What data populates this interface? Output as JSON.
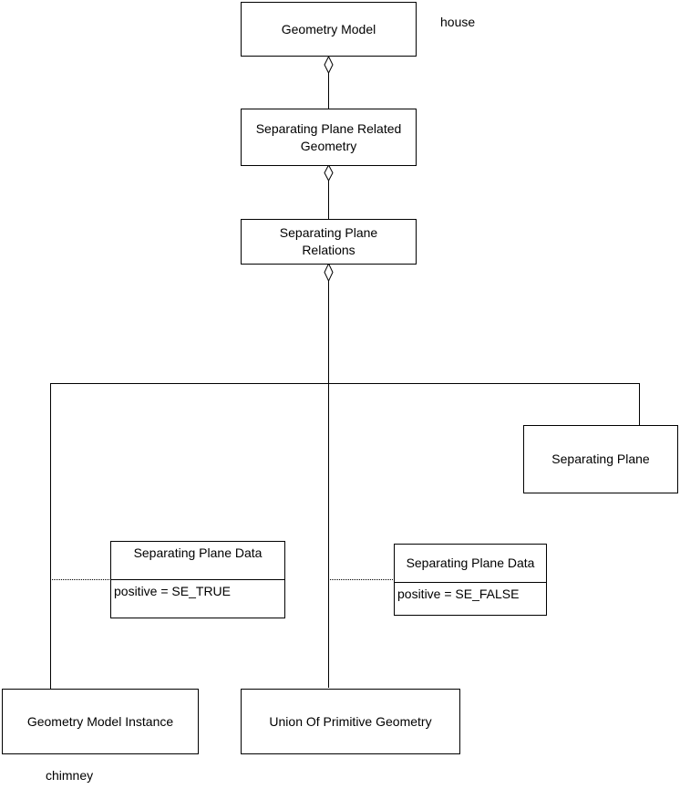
{
  "boxes": {
    "geometry_model": "Geometry Model",
    "related_geometry": "Separating Plane Related Geometry",
    "relations": "Separating Plane Relations",
    "separating_plane": "Separating Plane",
    "model_instance": "Geometry Model Instance",
    "union_primitive": "Union Of Primitive Geometry"
  },
  "association_classes": {
    "left": {
      "name": "Separating Plane Data",
      "attribute": "positive = SE_TRUE"
    },
    "right": {
      "name": "Separating Plane Data",
      "attribute": "positive = SE_FALSE"
    }
  },
  "notes": {
    "house": "house",
    "chimney": "chimney"
  }
}
